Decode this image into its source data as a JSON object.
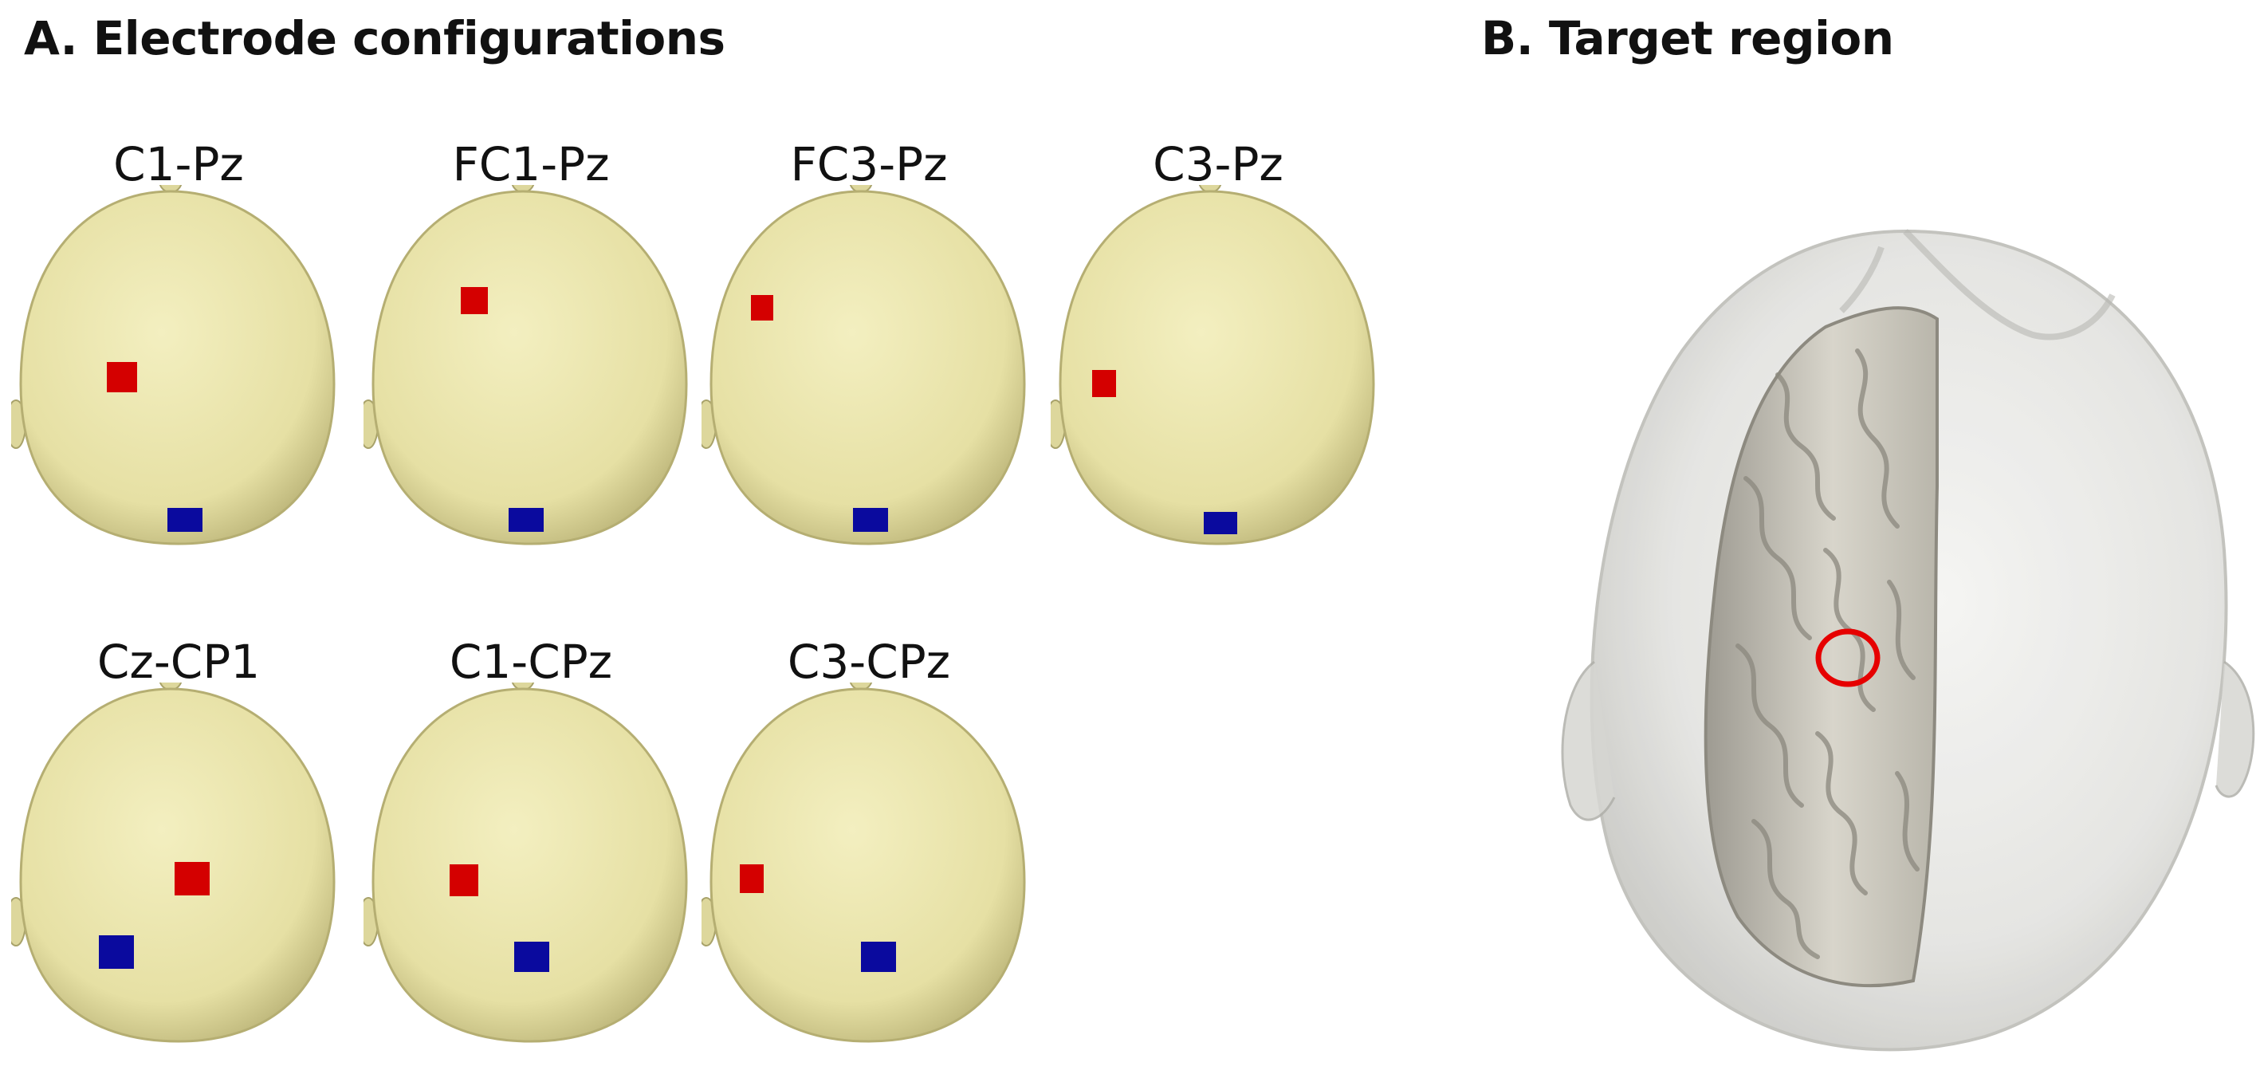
{
  "sections": {
    "a_title": "A. Electrode configurations",
    "b_title": "B. Target region"
  },
  "configurations": [
    {
      "label": "C1-Pz"
    },
    {
      "label": "FC1-Pz"
    },
    {
      "label": "FC3-Pz"
    },
    {
      "label": "C3-Pz"
    },
    {
      "label": "Cz-CP1"
    },
    {
      "label": "C1-CPz"
    },
    {
      "label": "C3-CPz"
    }
  ],
  "colors": {
    "scalp": "#ece7ad",
    "scalp_shade": "#c9c283",
    "anode": "#d40000",
    "cathode": "#0a0a9e",
    "head_translucent": "#d9d9d6",
    "cortex": "#cdc9bd",
    "target_circle": "#e60000"
  }
}
